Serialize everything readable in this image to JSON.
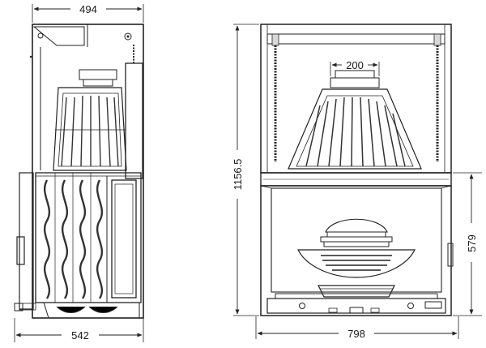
{
  "dimensions": {
    "side_top_width": "494",
    "side_bottom_width": "542",
    "front_total_height": "1156.5",
    "front_flue_width": "200",
    "front_door_height": "579",
    "front_bottom_width": "798"
  }
}
